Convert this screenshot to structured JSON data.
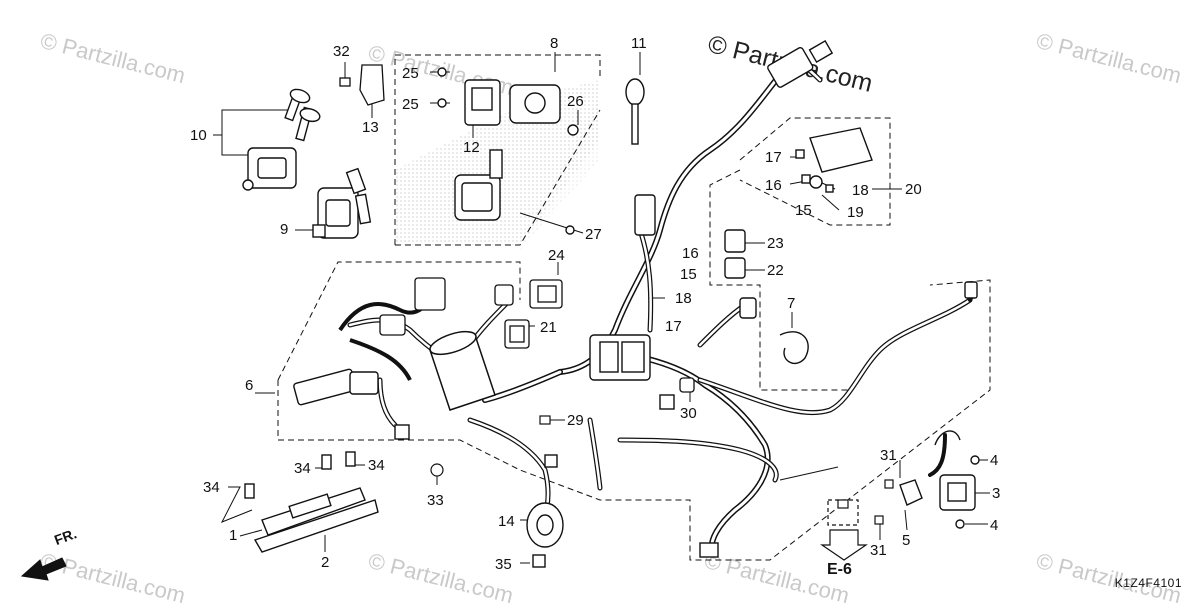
{
  "watermark": {
    "text": "© Partzilla.com",
    "main_text": "© Partzilla.com"
  },
  "diagram_code": "K1Z4F4101",
  "front_label": "FR.",
  "reference_label": "E-6",
  "callouts": {
    "c1": "1",
    "c2": "2",
    "c3": "3",
    "c4a": "4",
    "c4b": "4",
    "c5": "5",
    "c6": "6",
    "c7": "7",
    "c8": "8",
    "c9": "9",
    "c10": "10",
    "c11": "11",
    "c12": "12",
    "c13": "13",
    "c14": "14",
    "c15a": "15",
    "c15b": "15",
    "c16a": "16",
    "c16b": "16",
    "c17a": "17",
    "c17b": "17",
    "c18a": "18",
    "c18b": "18",
    "c19": "19",
    "c20": "20",
    "c21": "21",
    "c22": "22",
    "c23": "23",
    "c24": "24",
    "c25a": "25",
    "c25b": "25",
    "c26": "26",
    "c27": "27",
    "c29": "29",
    "c30": "30",
    "c31a": "31",
    "c31b": "31",
    "c32": "32",
    "c33": "33",
    "c34a": "34",
    "c34b": "34",
    "c34c": "34",
    "c35": "35"
  },
  "colors": {
    "line": "#111111",
    "watermark": "#c9c9c9",
    "stipple": "#9a9a9a"
  }
}
